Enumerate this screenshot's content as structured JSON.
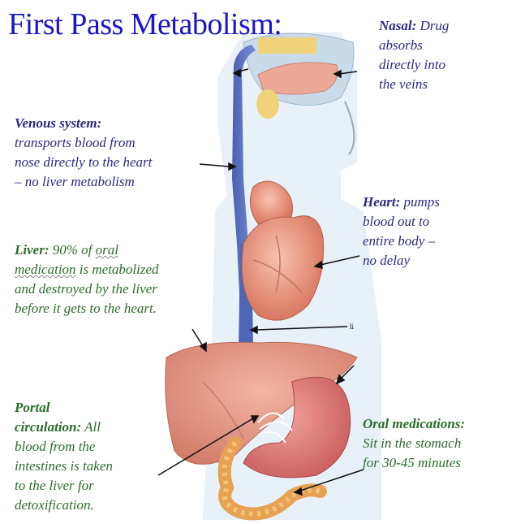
{
  "title": "First Pass Metabolism:",
  "nasal": {
    "head": "Nasal:",
    "lines": [
      " Drug",
      "absorbs",
      "directly into",
      "the veins"
    ]
  },
  "venous": {
    "head": "Venous system:",
    "lines": [
      "transports blood from",
      "nose directly to the heart",
      "– no liver metabolism"
    ]
  },
  "heart": {
    "head": "Heart:",
    "lines": [
      " pumps",
      "blood out to",
      "entire body –",
      "no delay"
    ]
  },
  "liver": {
    "head": "Liver:",
    "first": " 90% of ",
    "oral": "oral",
    "lines": [
      "medication",
      " is metabolized",
      "and destroyed by the liver",
      "before it gets to the heart."
    ]
  },
  "portal": {
    "head1": "Portal",
    "head2": "circulation:",
    "lines": [
      " All",
      "blood from the",
      "intestines is taken",
      "to the liver for",
      "detoxification."
    ]
  },
  "oral": {
    "head": "Oral medications:",
    "lines": [
      "Sit in the stomach",
      "for 30-45 minutes"
    ]
  },
  "stray_label": "li"
}
